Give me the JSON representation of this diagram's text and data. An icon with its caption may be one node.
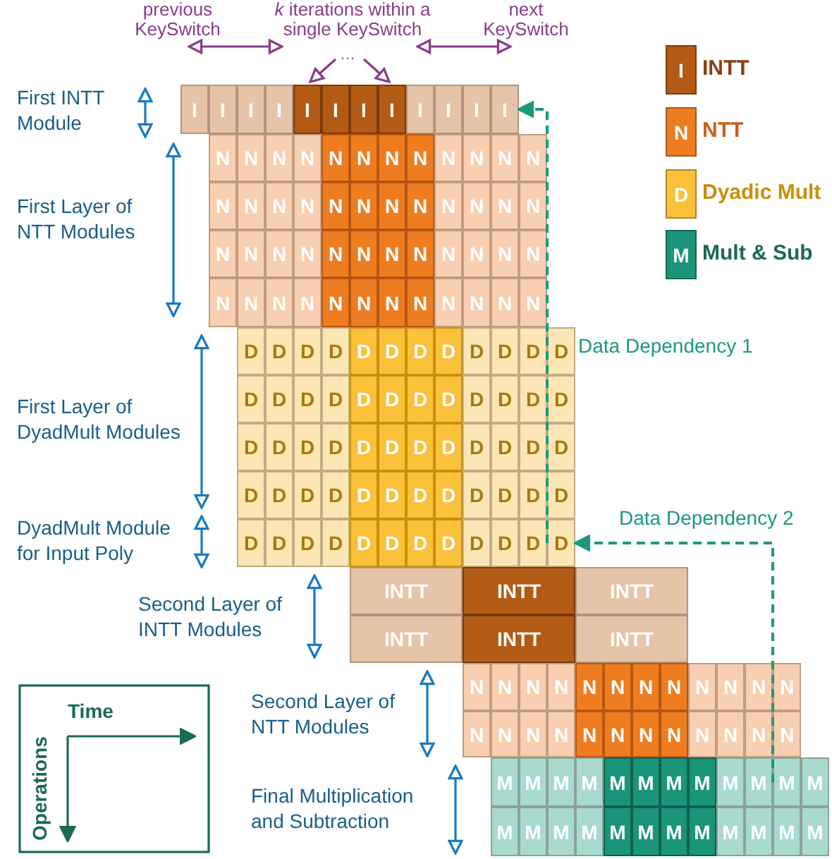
{
  "diagram": {
    "nodes": [
      {
        "text": [
          "I"
        ]
      },
      {
        "text": [
          "I"
        ]
      },
      {
        "text": [
          "I"
        ]
      },
      {
        "text": [
          "I"
        ]
      },
      {
        "text": [
          "I"
        ]
      },
      {
        "text": [
          "I"
        ]
      },
      {
        "text": [
          "I"
        ]
      },
      {
        "text": [
          "I"
        ]
      },
      {
        "text": [
          "I"
        ]
      },
      {
        "text": [
          "I"
        ]
      },
      {
        "text": [
          "I"
        ]
      },
      {
        "text": [
          "I"
        ]
      },
      {
        "text": [
          "N"
        ]
      },
      {
        "text": [
          "N"
        ]
      },
      {
        "text": [
          "N"
        ]
      },
      {
        "text": [
          "N"
        ]
      },
      {
        "text": [
          "N"
        ]
      },
      {
        "text": [
          "N"
        ]
      },
      {
        "text": [
          "N"
        ]
      },
      {
        "text": [
          "N"
        ]
      },
      {
        "text": [
          "N"
        ]
      },
      {
        "text": [
          "N"
        ]
      },
      {
        "text": [
          "N"
        ]
      },
      {
        "text": [
          "N"
        ]
      },
      {
        "text": [
          "N"
        ]
      },
      {
        "text": [
          "N"
        ]
      },
      {
        "text": [
          "N"
        ]
      },
      {
        "text": [
          "N"
        ]
      },
      {
        "text": [
          "N"
        ]
      },
      {
        "text": [
          "N"
        ]
      },
      {
        "text": [
          "N"
        ]
      },
      {
        "text": [
          "N"
        ]
      },
      {
        "text": [
          "N"
        ]
      },
      {
        "text": [
          "N"
        ]
      },
      {
        "text": [
          "N"
        ]
      },
      {
        "text": [
          "N"
        ]
      },
      {
        "text": [
          "N"
        ]
      },
      {
        "text": [
          "N"
        ]
      },
      {
        "text": [
          "N"
        ]
      },
      {
        "text": [
          "N"
        ]
      },
      {
        "text": [
          "N"
        ]
      },
      {
        "text": [
          "N"
        ]
      },
      {
        "text": [
          "N"
        ]
      },
      {
        "text": [
          "N"
        ]
      },
      {
        "text": [
          "N"
        ]
      },
      {
        "text": [
          "N"
        ]
      },
      {
        "text": [
          "N"
        ]
      },
      {
        "text": [
          "N"
        ]
      },
      {
        "text": [
          "N"
        ]
      },
      {
        "text": [
          "N"
        ]
      },
      {
        "text": [
          "N"
        ]
      },
      {
        "text": [
          "N"
        ]
      },
      {
        "text": [
          "N"
        ]
      },
      {
        "text": [
          "N"
        ]
      },
      {
        "text": [
          "N"
        ]
      },
      {
        "text": [
          "N"
        ]
      },
      {
        "text": [
          "N"
        ]
      },
      {
        "text": [
          "N"
        ]
      },
      {
        "text": [
          "N"
        ]
      },
      {
        "text": [
          "N"
        ]
      },
      {
        "text": [
          "D"
        ]
      },
      {
        "text": [
          "D"
        ]
      },
      {
        "text": [
          "D"
        ]
      },
      {
        "text": [
          "D"
        ]
      },
      {
        "text": [
          "D"
        ]
      },
      {
        "text": [
          "D"
        ]
      },
      {
        "text": [
          "D"
        ]
      },
      {
        "text": [
          "D"
        ]
      },
      {
        "text": [
          "D"
        ]
      },
      {
        "text": [
          "D"
        ]
      },
      {
        "text": [
          "D"
        ]
      },
      {
        "text": [
          "D"
        ]
      },
      {
        "text": [
          "D"
        ]
      },
      {
        "text": [
          "D"
        ]
      },
      {
        "text": [
          "D"
        ]
      },
      {
        "text": [
          "D"
        ]
      },
      {
        "text": [
          "D"
        ]
      },
      {
        "text": [
          "D"
        ]
      },
      {
        "text": [
          "D"
        ]
      },
      {
        "text": [
          "D"
        ]
      },
      {
        "text": [
          "D"
        ]
      },
      {
        "text": [
          "D"
        ]
      },
      {
        "text": [
          "D"
        ]
      },
      {
        "text": [
          "D"
        ]
      },
      {
        "text": [
          "D"
        ]
      },
      {
        "text": [
          "D"
        ]
      },
      {
        "text": [
          "D"
        ]
      },
      {
        "text": [
          "D"
        ]
      },
      {
        "text": [
          "D"
        ]
      },
      {
        "text": [
          "D"
        ]
      },
      {
        "text": [
          "D"
        ]
      },
      {
        "text": [
          "D"
        ]
      },
      {
        "text": [
          "D"
        ]
      },
      {
        "text": [
          "D"
        ]
      },
      {
        "text": [
          "D"
        ]
      },
      {
        "text": [
          "D"
        ]
      },
      {
        "text": [
          "D"
        ]
      },
      {
        "text": [
          "D"
        ]
      },
      {
        "text": [
          "D"
        ]
      },
      {
        "text": [
          "D"
        ]
      },
      {
        "text": [
          "D"
        ]
      },
      {
        "text": [
          "D"
        ]
      },
      {
        "text": [
          "D"
        ]
      },
      {
        "text": [
          "D"
        ]
      },
      {
        "text": [
          "D"
        ]
      },
      {
        "text": [
          "D"
        ]
      },
      {
        "text": [
          "D"
        ]
      },
      {
        "text": [
          "D"
        ]
      },
      {
        "text": [
          "D"
        ]
      },
      {
        "text": [
          "D"
        ]
      },
      {
        "text": [
          "D"
        ]
      },
      {
        "text": [
          "D"
        ]
      },
      {
        "text": [
          "D"
        ]
      },
      {
        "text": [
          "D"
        ]
      },
      {
        "text": [
          "D"
        ]
      },
      {
        "text": [
          "D"
        ]
      },
      {
        "text": [
          "D"
        ]
      },
      {
        "text": [
          "D"
        ]
      },
      {
        "text": [
          "D"
        ]
      },
      {
        "text": [
          "D"
        ]
      },
      {
        "text": [
          "INTT"
        ]
      },
      {
        "text": [
          "INTT"
        ]
      },
      {
        "text": [
          "INTT"
        ]
      },
      {
        "text": [
          "INTT"
        ]
      },
      {
        "text": [
          "INTT"
        ]
      },
      {
        "text": [
          "INTT"
        ]
      },
      {
        "text": [
          "N"
        ]
      },
      {
        "text": [
          "N"
        ]
      },
      {
        "text": [
          "N"
        ]
      },
      {
        "text": [
          "N"
        ]
      },
      {
        "text": [
          "N"
        ]
      },
      {
        "text": [
          "N"
        ]
      },
      {
        "text": [
          "N"
        ]
      },
      {
        "text": [
          "N"
        ]
      },
      {
        "text": [
          "N"
        ]
      },
      {
        "text": [
          "N"
        ]
      },
      {
        "text": [
          "N"
        ]
      },
      {
        "text": [
          "N"
        ]
      },
      {
        "text": [
          "N"
        ]
      },
      {
        "text": [
          "N"
        ]
      },
      {
        "text": [
          "N"
        ]
      },
      {
        "text": [
          "N"
        ]
      },
      {
        "text": [
          "N"
        ]
      },
      {
        "text": [
          "N"
        ]
      },
      {
        "text": [
          "N"
        ]
      },
      {
        "text": [
          "N"
        ]
      },
      {
        "text": [
          "N"
        ]
      },
      {
        "text": [
          "N"
        ]
      },
      {
        "text": [
          "N"
        ]
      },
      {
        "text": [
          "N"
        ]
      },
      {
        "text": [
          "M"
        ]
      },
      {
        "text": [
          "M"
        ]
      },
      {
        "text": [
          "M"
        ]
      },
      {
        "text": [
          "M"
        ]
      },
      {
        "text": [
          "M"
        ]
      },
      {
        "text": [
          "M"
        ]
      },
      {
        "text": [
          "M"
        ]
      },
      {
        "text": [
          "M"
        ]
      },
      {
        "text": [
          "M"
        ]
      },
      {
        "text": [
          "M"
        ]
      },
      {
        "text": [
          "M"
        ]
      },
      {
        "text": [
          "M"
        ]
      },
      {
        "text": [
          "M"
        ]
      },
      {
        "text": [
          "M"
        ]
      },
      {
        "text": [
          "M"
        ]
      },
      {
        "text": [
          "M"
        ]
      },
      {
        "text": [
          "M"
        ]
      },
      {
        "text": [
          "M"
        ]
      },
      {
        "text": [
          "M"
        ]
      },
      {
        "text": [
          "M"
        ]
      },
      {
        "text": [
          "M"
        ]
      },
      {
        "text": [
          "M"
        ]
      },
      {
        "text": [
          "M"
        ]
      },
      {
        "text": [
          "M"
        ]
      }
    ],
    "edges": [
      {
        "from": 118,
        "to": 11,
        "arrow": "to",
        "style": "dashed",
        "label": "Data Dependency 1"
      },
      {
        "from": 159,
        "to": 119,
        "arrow": "to",
        "style": "dashed",
        "label": "Data Dependency 2"
      }
    ],
    "labels": [
      "previous KeySwitch",
      "*k* iterations within a single KeySwitch",
      "next KeySwitch",
      "…",
      "I",
      "N",
      "D",
      "M",
      "First INTT Module",
      "First Layer of NTT Modules",
      "First Layer of DyadMult Modules",
      "DyadMult Module for Input Poly",
      "Second Layer of INTT Modules",
      "Second Layer of NTT Modules",
      "Final Multiplication and Subtraction",
      "Time",
      "Operations"
    ],
    "legend": [
      {
        "text": "INTT",
        "color": "#b35a14"
      },
      {
        "text": "NTT",
        "color": "#ee7d22"
      },
      {
        "text": "Dyadic Mult",
        "color": "#fbc13a"
      },
      {
        "text": "Mult & Sub",
        "color": "#1b957a"
      }
    ]
  }
}
